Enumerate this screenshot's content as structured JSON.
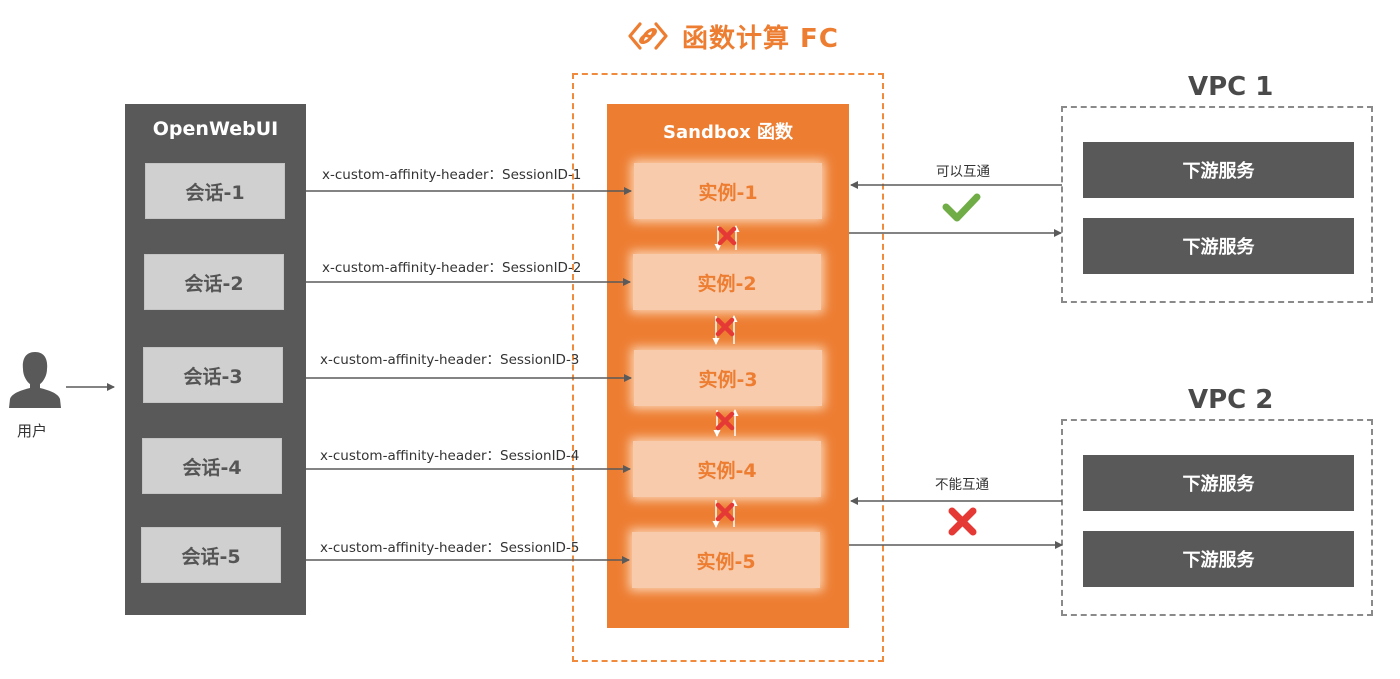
{
  "fc": {
    "title": "函数计算 FC",
    "accent": "#ED7D31"
  },
  "user": {
    "label": "用户"
  },
  "openwebui": {
    "title": "OpenWebUI",
    "sessions": [
      "会话-1",
      "会话-2",
      "会话-3",
      "会话-4",
      "会话-5"
    ]
  },
  "headers": [
    "x-custom-affinity-header：SessionID-1",
    "x-custom-affinity-header：SessionID-2",
    "x-custom-affinity-header：SessionID-3",
    "x-custom-affinity-header：SessionID-4",
    "x-custom-affinity-header：SessionID-5"
  ],
  "sandbox": {
    "title": "Sandbox 函数",
    "instances": [
      "实例-1",
      "实例-2",
      "实例-3",
      "实例-4",
      "实例-5"
    ]
  },
  "vpcs": [
    {
      "title": "VPC 1",
      "status": "可以互通",
      "services": [
        "下游服务",
        "下游服务"
      ]
    },
    {
      "title": "VPC 2",
      "status": "不能互通",
      "services": [
        "下游服务",
        "下游服务"
      ]
    }
  ],
  "colors": {
    "orange": "#ED7D31",
    "instance": "#F8CBAD",
    "dark_gray": "#595959",
    "session_gray": "#D0D0D0",
    "check_green": "#70AD47",
    "cross_red": "#E53935"
  }
}
